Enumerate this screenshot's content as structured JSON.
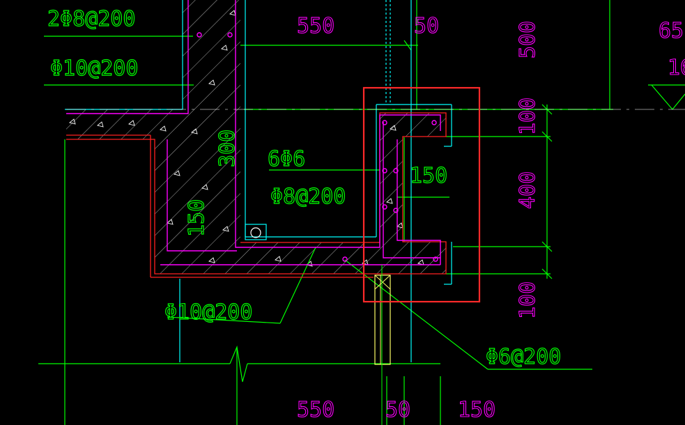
{
  "colors": {
    "background": "#000000",
    "green": "#00ff00",
    "magenta": "#ff00ff",
    "cyan": "#00ffff",
    "red": "#ff2020",
    "white": "#ffffff",
    "yellow": "#ffff66",
    "highlight_box": "#ff2a2a"
  },
  "labels": {
    "rebar_2phi8": "2Φ8@200",
    "rebar_phi10_top": "Φ10@200",
    "rebar_6phi6": "6Φ6",
    "rebar_phi8": "Φ8@200",
    "rebar_phi10_bottom": "Φ10@200",
    "rebar_phi6": "Φ6@200"
  },
  "dimensions": {
    "top_550": "550",
    "top_50": "50",
    "right_500": "500",
    "right_100_top": "100",
    "right_400": "400",
    "right_100_bottom": "100",
    "elev_top": "65.",
    "elev_sub": "16",
    "wall_300": "300",
    "slab_150": "150",
    "ledge_150": "150",
    "bottom_550": "550",
    "bottom_50": "50",
    "bottom_150": "150"
  }
}
